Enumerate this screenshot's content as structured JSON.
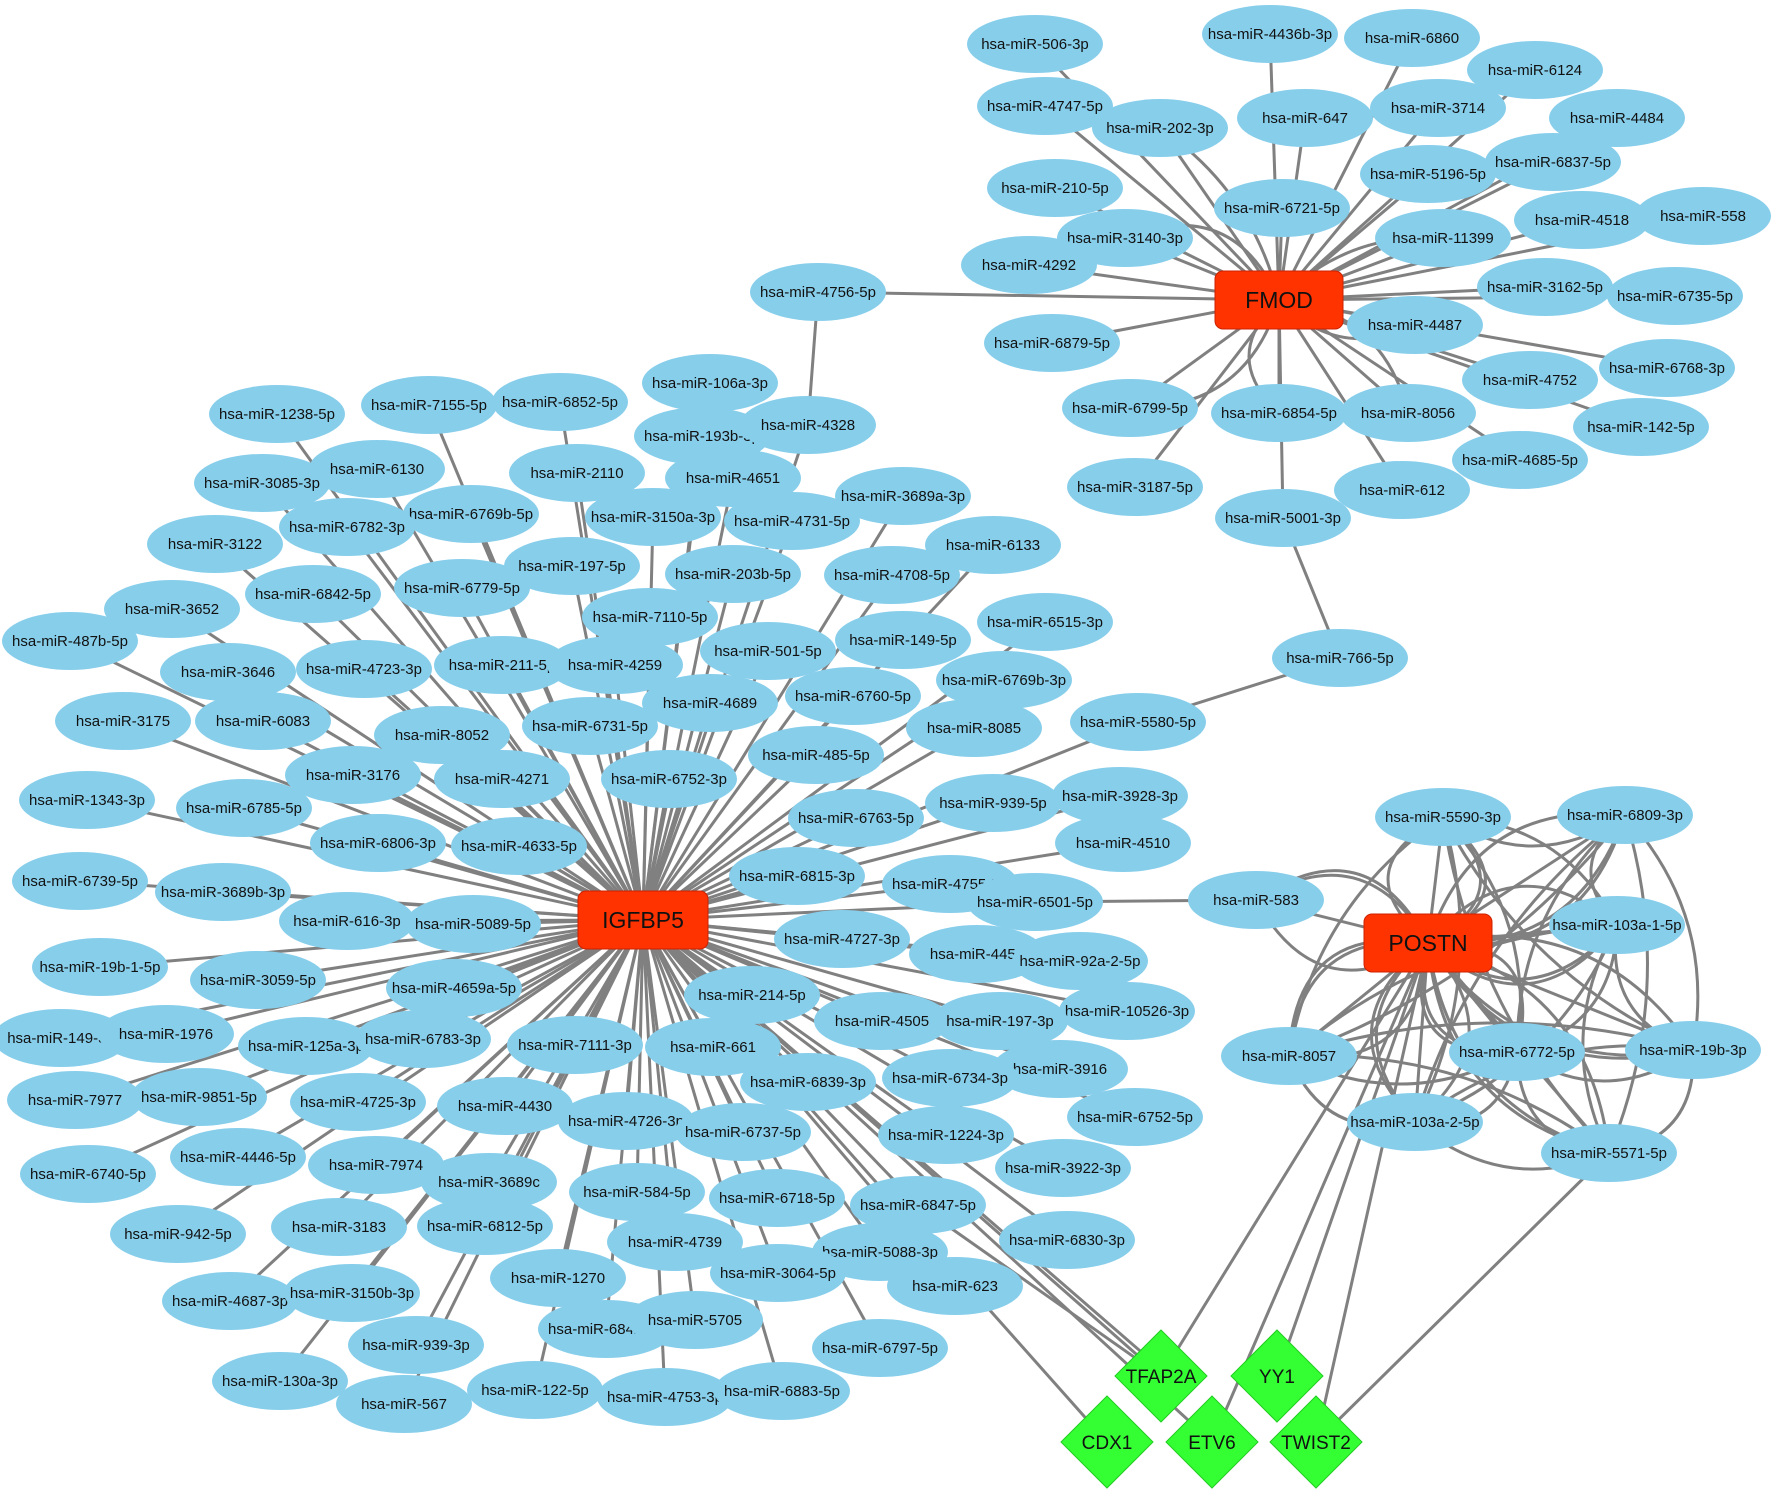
{
  "colors": {
    "edge": "#808080",
    "mirna_node": "#87CEEB",
    "gene_node": "#FF3300",
    "tf_node": "#33FF33"
  },
  "genes": [
    "IGFBP5",
    "FMOD",
    "POSTN"
  ],
  "tfs": [
    "TFAP2A",
    "YY1",
    "CDX1",
    "ETV6",
    "TWIST2"
  ],
  "mirnas": {
    "FMOD": [
      "hsa-miR-506-3p",
      "hsa-miR-4436b-3p",
      "hsa-miR-6860",
      "hsa-miR-6124",
      "hsa-miR-4747-5p",
      "hsa-miR-202-3p",
      "hsa-miR-647",
      "hsa-miR-3714",
      "hsa-miR-4484",
      "hsa-miR-5196-5p",
      "hsa-miR-6837-5p",
      "hsa-miR-210-5p",
      "hsa-miR-6721-5p",
      "hsa-miR-4518",
      "hsa-miR-558",
      "hsa-miR-3140-3p",
      "hsa-miR-11399",
      "hsa-miR-4292",
      "hsa-miR-3162-5p",
      "hsa-miR-6735-5p",
      "hsa-miR-4487",
      "hsa-miR-6879-5p",
      "hsa-miR-6768-3p",
      "hsa-miR-4752",
      "hsa-miR-6799-5p",
      "hsa-miR-6854-5p",
      "hsa-miR-8056",
      "hsa-miR-142-5p",
      "hsa-miR-4685-5p",
      "hsa-miR-3187-5p",
      "hsa-miR-612",
      "hsa-miR-5001-3p"
    ],
    "IGFBP5": [
      "hsa-miR-106a-3p",
      "hsa-miR-1238-5p",
      "hsa-miR-7155-5p",
      "hsa-miR-6852-5p",
      "hsa-miR-193b-3p",
      "hsa-miR-6130",
      "hsa-miR-3085-3p",
      "hsa-miR-2110",
      "hsa-miR-4651",
      "hsa-miR-3689a-3p",
      "hsa-miR-6769b-5p",
      "hsa-miR-6782-3p",
      "hsa-miR-3150a-3p",
      "hsa-miR-4731-5p",
      "hsa-miR-3122",
      "hsa-miR-6133",
      "hsa-miR-197-5p",
      "hsa-miR-203b-5p",
      "hsa-miR-4708-5p",
      "hsa-miR-6842-5p",
      "hsa-miR-6779-5p",
      "hsa-miR-3652",
      "hsa-miR-7110-5p",
      "hsa-miR-6515-3p",
      "hsa-miR-487b-5p",
      "hsa-miR-149-5p",
      "hsa-miR-501-5p",
      "hsa-miR-211-5p",
      "hsa-miR-4259",
      "hsa-miR-3646",
      "hsa-miR-4723-3p",
      "hsa-miR-6769b-3p",
      "hsa-miR-6760-5p",
      "hsa-miR-4689",
      "hsa-miR-3175",
      "hsa-miR-6083",
      "hsa-miR-6731-5p",
      "hsa-miR-8085",
      "hsa-miR-8052",
      "hsa-miR-485-5p",
      "hsa-miR-3176",
      "hsa-miR-4271",
      "hsa-miR-6752-3p",
      "hsa-miR-1343-3p",
      "hsa-miR-6785-5p",
      "hsa-miR-3928-3p",
      "hsa-miR-939-5p",
      "hsa-miR-6763-5p",
      "hsa-miR-6806-3p",
      "hsa-miR-4633-5p",
      "hsa-miR-4510",
      "hsa-miR-6739-5p",
      "hsa-miR-3689b-3p",
      "hsa-miR-6815-3p",
      "hsa-miR-4755-5p",
      "hsa-miR-616-3p",
      "hsa-miR-5089-5p",
      "hsa-miR-4727-3p",
      "hsa-miR-4456",
      "hsa-miR-19b-1-5p",
      "hsa-miR-92a-2-5p",
      "hsa-miR-3059-5p",
      "hsa-miR-4659a-5p",
      "hsa-miR-214-5p",
      "hsa-miR-10526-3p",
      "hsa-miR-4505",
      "hsa-miR-149-3p",
      "hsa-miR-1976",
      "hsa-miR-197-3p",
      "hsa-miR-125a-3p",
      "hsa-miR-6783-3p",
      "hsa-miR-7111-3p",
      "hsa-miR-661",
      "hsa-miR-3916",
      "hsa-miR-6734-3p",
      "hsa-miR-7977",
      "hsa-miR-9851-5p",
      "hsa-miR-6839-3p",
      "hsa-miR-4725-3p",
      "hsa-miR-4430",
      "hsa-miR-6752-5p",
      "hsa-miR-4726-3p",
      "hsa-miR-6737-5p",
      "hsa-miR-1224-3p",
      "hsa-miR-6740-5p",
      "hsa-miR-4446-5p",
      "hsa-miR-7974",
      "hsa-miR-3922-3p",
      "hsa-miR-3689c",
      "hsa-miR-584-5p",
      "hsa-miR-6718-5p",
      "hsa-miR-6847-5p",
      "hsa-miR-3183",
      "hsa-miR-6812-5p",
      "hsa-miR-942-5p",
      "hsa-miR-6830-3p",
      "hsa-miR-4739",
      "hsa-miR-5088-3p",
      "hsa-miR-4687-3p",
      "hsa-miR-3150b-3p",
      "hsa-miR-1270",
      "hsa-miR-3064-5p",
      "hsa-miR-623",
      "hsa-miR-6842-3p",
      "hsa-miR-5705",
      "hsa-miR-939-3p",
      "hsa-miR-6797-5p",
      "hsa-miR-130a-3p",
      "hsa-miR-567",
      "hsa-miR-122-5p",
      "hsa-miR-4753-3p",
      "hsa-miR-6883-5p"
    ],
    "POSTN": [
      "hsa-miR-5590-3p",
      "hsa-miR-6809-3p",
      "hsa-miR-103a-1-5p",
      "hsa-miR-8057",
      "hsa-miR-6772-5p",
      "hsa-miR-19b-3p",
      "hsa-miR-103a-2-5p",
      "hsa-miR-5571-5p"
    ],
    "shared": [
      "hsa-miR-4756-5p",
      "hsa-miR-4328",
      "hsa-miR-766-5p",
      "hsa-miR-5580-5p",
      "hsa-miR-583",
      "hsa-miR-6501-5p"
    ]
  }
}
